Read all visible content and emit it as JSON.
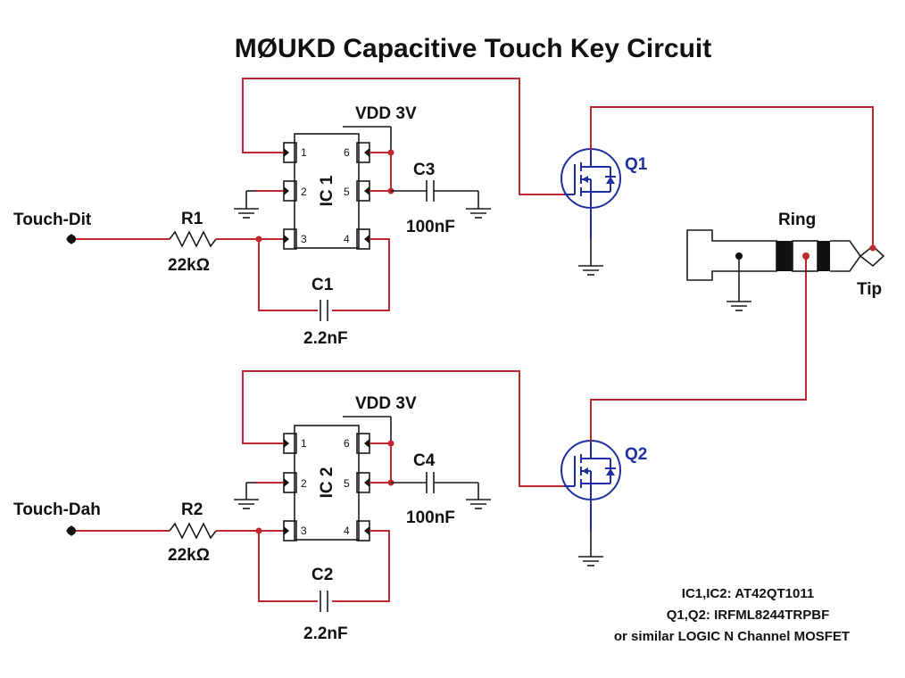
{
  "title": "MØUKD Capacitive Touch Key Circuit",
  "channels": [
    {
      "input_label": "Touch-Dit",
      "resistor": {
        "ref": "R1",
        "value": "22kΩ"
      },
      "ic": {
        "ref": "IC 1",
        "pins_left": [
          "1",
          "2",
          "3"
        ],
        "pins_right": [
          "6",
          "5",
          "4"
        ]
      },
      "supply": "VDD  3V",
      "decoupling_cap": {
        "ref": "C3",
        "value": "100nF"
      },
      "sense_cap": {
        "ref": "C1",
        "value": "2.2nF"
      },
      "mosfet": {
        "ref": "Q1"
      }
    },
    {
      "input_label": "Touch-Dah",
      "resistor": {
        "ref": "R2",
        "value": "22kΩ"
      },
      "ic": {
        "ref": "IC 2",
        "pins_left": [
          "1",
          "2",
          "3"
        ],
        "pins_right": [
          "6",
          "5",
          "4"
        ]
      },
      "supply": "VDD  3V",
      "decoupling_cap": {
        "ref": "C4",
        "value": "100nF"
      },
      "sense_cap": {
        "ref": "C2",
        "value": "2.2nF"
      },
      "mosfet": {
        "ref": "Q2"
      }
    }
  ],
  "jack": {
    "ring_label": "Ring",
    "tip_label": "Tip"
  },
  "notes": [
    "IC1,IC2: AT42QT1011",
    "Q1,Q2: IRFML8244TRPBF",
    "or similar  LOGIC N Channel MOSFET"
  ],
  "colors": {
    "wire": "#c0262d",
    "component": "#1a1a1a",
    "mosfet": "#1f2fa0",
    "background": "#ffffff"
  }
}
